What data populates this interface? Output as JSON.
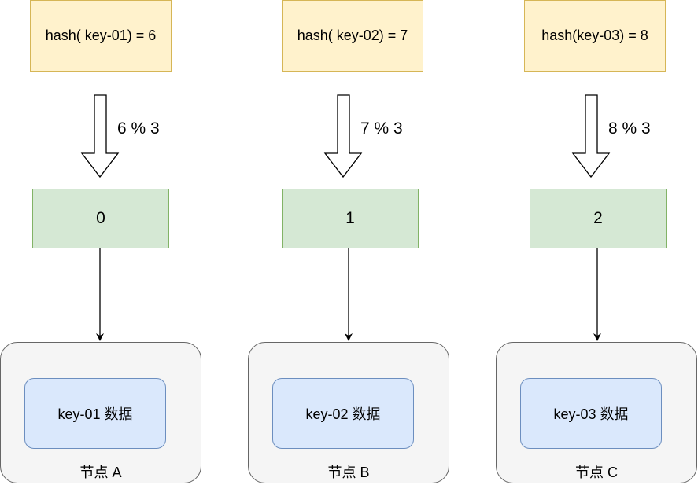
{
  "columns": [
    {
      "hash_label": "hash( key-01) = 6",
      "mod_label": "6 % 3",
      "index_label": "0",
      "data_label": "key-01 数据",
      "node_label": "节点 A"
    },
    {
      "hash_label": "hash( key-02) = 7",
      "mod_label": "7 % 3",
      "index_label": "1",
      "data_label": "key-02 数据",
      "node_label": "节点 B"
    },
    {
      "hash_label": "hash(key-03) = 8",
      "mod_label": "8 % 3",
      "index_label": "2",
      "data_label": "key-03 数据",
      "node_label": "节点 C"
    }
  ],
  "colors": {
    "hash_fill": "#fff2cc",
    "hash_stroke": "#d6b656",
    "index_fill": "#d5e8d4",
    "index_stroke": "#82b366",
    "node_fill": "#f5f5f5",
    "node_stroke": "#666666",
    "data_fill": "#dae8fc",
    "data_stroke": "#6c8ebf"
  }
}
